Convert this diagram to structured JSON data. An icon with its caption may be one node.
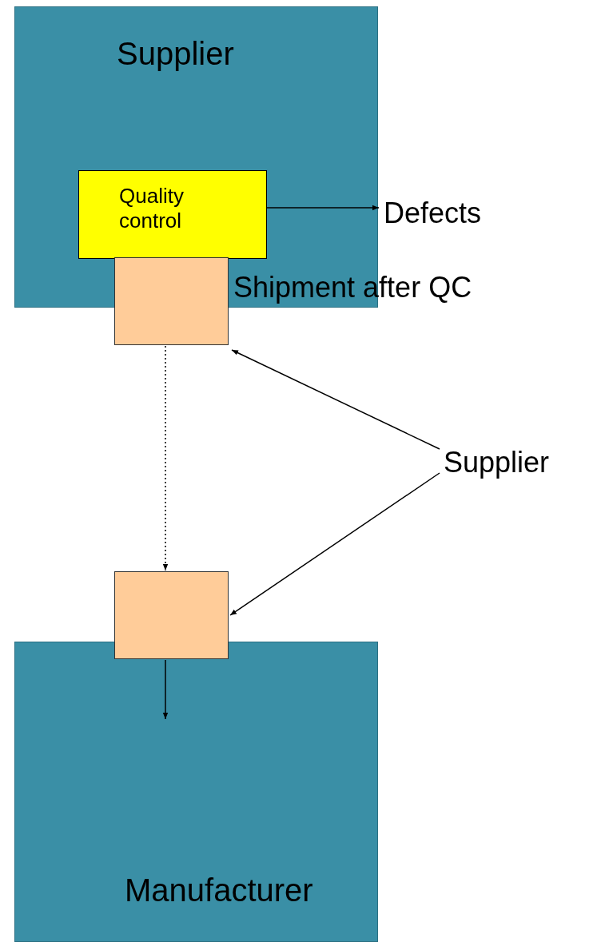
{
  "diagram": {
    "nodes": [
      {
        "text": [
          "Supplier"
        ]
      },
      {
        "text": [
          "Quality control"
        ],
        "in": 0
      },
      {
        "text": [
          "Defects"
        ]
      },
      {
        "text": [],
        "shape": "box",
        "beside": [
          "Shipment after QC"
        ]
      },
      {
        "text": [],
        "shape": "box"
      },
      {
        "text": [
          "Manufacturer"
        ]
      },
      {
        "text": [
          "Supplier"
        ]
      }
    ],
    "edges": [
      {
        "from": 1,
        "to": 2,
        "arrow": "to"
      },
      {
        "from": 3,
        "to": 4,
        "arrow": "to",
        "style": "dashed"
      },
      {
        "from": 4,
        "to": 5,
        "arrow": "to"
      },
      {
        "from": 6,
        "to": 3,
        "arrow": "to"
      },
      {
        "from": 6,
        "to": 4,
        "arrow": "to"
      }
    ]
  }
}
